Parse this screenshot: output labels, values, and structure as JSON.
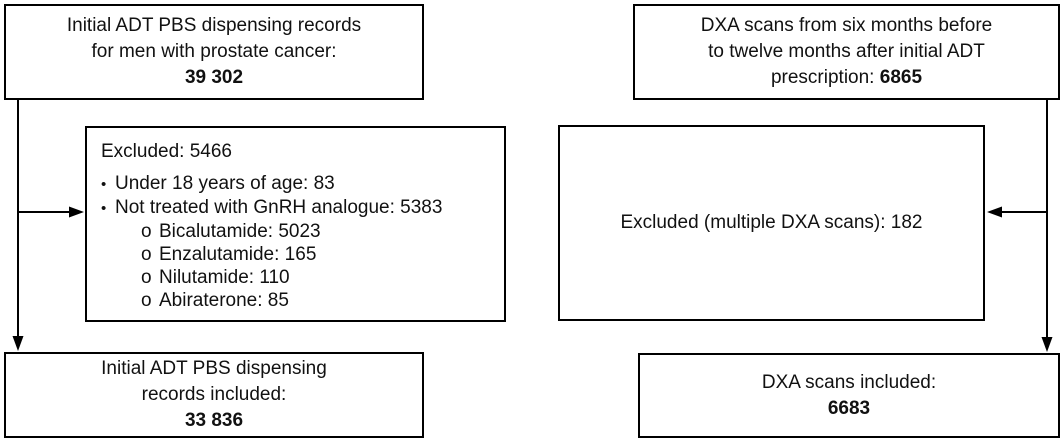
{
  "markers": {
    "bullet": "•",
    "sub_bullet": "o"
  },
  "flow": {
    "adt": {
      "source_box": {
        "lines": [
          "Initial ADT PBS dispensing records",
          "for men with prostate cancer:"
        ],
        "value": "39 302"
      },
      "excluded_box": {
        "title": "Excluded: 5466",
        "items": [
          {
            "label": "Under 18 years of age: 83"
          },
          {
            "label": "Not treated with GnRH analogue: 5383"
          }
        ],
        "sub_items": [
          "Bicalutamide: 5023",
          "Enzalutamide: 165",
          "Nilutamide: 110",
          "Abiraterone: 85"
        ]
      },
      "result_box": {
        "lines": [
          "Initial ADT PBS dispensing",
          "records included:"
        ],
        "value": "33 836"
      }
    },
    "dxa": {
      "source_box": {
        "lines": [
          "DXA scans from six months before",
          "to twelve months after initial ADT"
        ],
        "value_prefix": "prescription: ",
        "value": "6865"
      },
      "excluded_box": {
        "label": "Excluded (multiple DXA scans): 182"
      },
      "result_box": {
        "lines": [
          "DXA scans included:"
        ],
        "value": "6683"
      }
    }
  },
  "colors": {
    "line": "#000000",
    "text": "#111111",
    "background": "#ffffff"
  }
}
